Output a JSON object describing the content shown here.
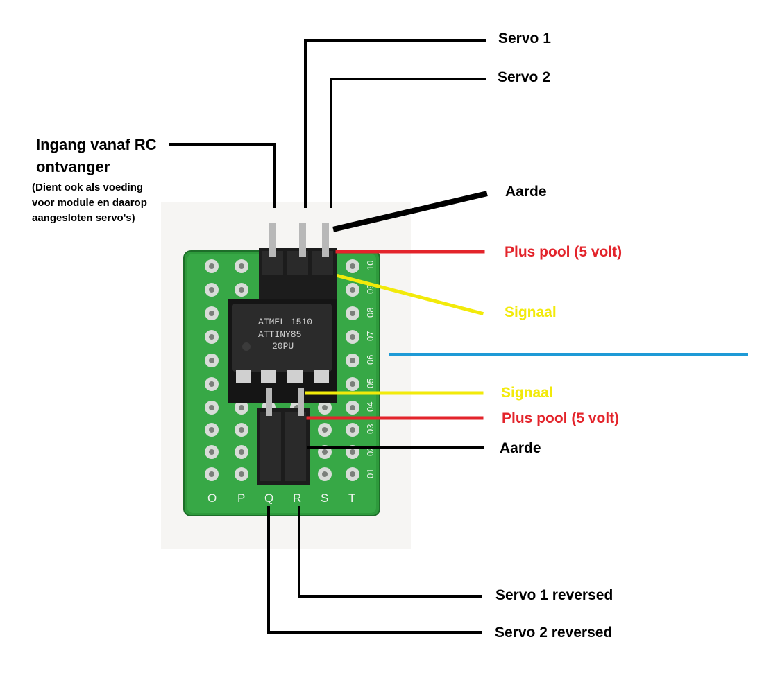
{
  "colors": {
    "black": "#000000",
    "red": "#e3242b",
    "yellow": "#f2ea0a",
    "blue": "#1e9ad6",
    "pcb": "#2e9a3c",
    "chip": "#2b2b2b"
  },
  "labels": {
    "servo1": "Servo 1",
    "servo2": "Servo 2",
    "input_line1": "Ingang vanaf RC",
    "input_line2": "ontvanger",
    "input_note_line1": "(Dient ook als voeding",
    "input_note_line2": "voor module en daarop",
    "input_note_line3": "aangesloten servo's)",
    "ground_top": "Aarde",
    "plus_top": "Plus pool (5 volt)",
    "signal_top": "Signaal",
    "signal_bottom": "Signaal",
    "plus_bottom": "Plus pool (5 volt)",
    "ground_bottom": "Aarde",
    "servo1_reversed": "Servo 1 reversed",
    "servo2_reversed": "Servo 2 reversed"
  },
  "board": {
    "column_letters": [
      "O",
      "P",
      "Q",
      "R",
      "S",
      "T"
    ],
    "row_numbers": [
      "10",
      "09",
      "08",
      "07",
      "06",
      "05",
      "04",
      "03",
      "02",
      "01"
    ],
    "chip_text_line1": "ATMEL 1510",
    "chip_text_line2": "ATTINY85",
    "chip_text_line3": "20PU"
  }
}
